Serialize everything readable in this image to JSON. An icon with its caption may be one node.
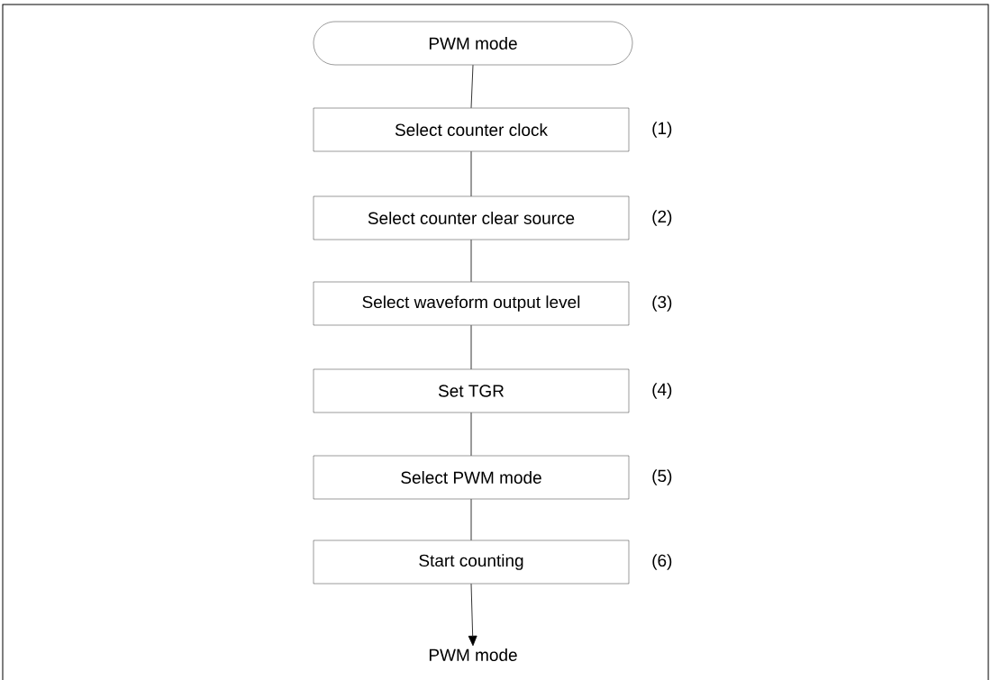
{
  "diagram": {
    "nodes": [
      {
        "text": [
          "PWM mode"
        ]
      },
      {
        "text": [
          "Select counter clock"
        ],
        "beside": [
          "(1)"
        ]
      },
      {
        "text": [
          "Select counter clear source"
        ],
        "beside": [
          "(2)"
        ]
      },
      {
        "text": [
          "Select waveform output level"
        ],
        "beside": [
          "(3)"
        ]
      },
      {
        "text": [
          "Set TGR"
        ],
        "beside": [
          "(4)"
        ]
      },
      {
        "text": [
          "Select PWM mode"
        ],
        "beside": [
          "(5)"
        ]
      },
      {
        "text": [
          "Start counting"
        ],
        "beside": [
          "(6)"
        ]
      },
      {
        "text": [
          "PWM mode"
        ]
      }
    ],
    "edges": [
      {
        "from": 0,
        "to": 1,
        "arrow": "none"
      },
      {
        "from": 1,
        "to": 2,
        "arrow": "none"
      },
      {
        "from": 2,
        "to": 3,
        "arrow": "none"
      },
      {
        "from": 3,
        "to": 4,
        "arrow": "none"
      },
      {
        "from": 4,
        "to": 5,
        "arrow": "none"
      },
      {
        "from": 5,
        "to": 6,
        "arrow": "none"
      },
      {
        "from": 6,
        "to": 7,
        "arrow": "to"
      }
    ]
  }
}
